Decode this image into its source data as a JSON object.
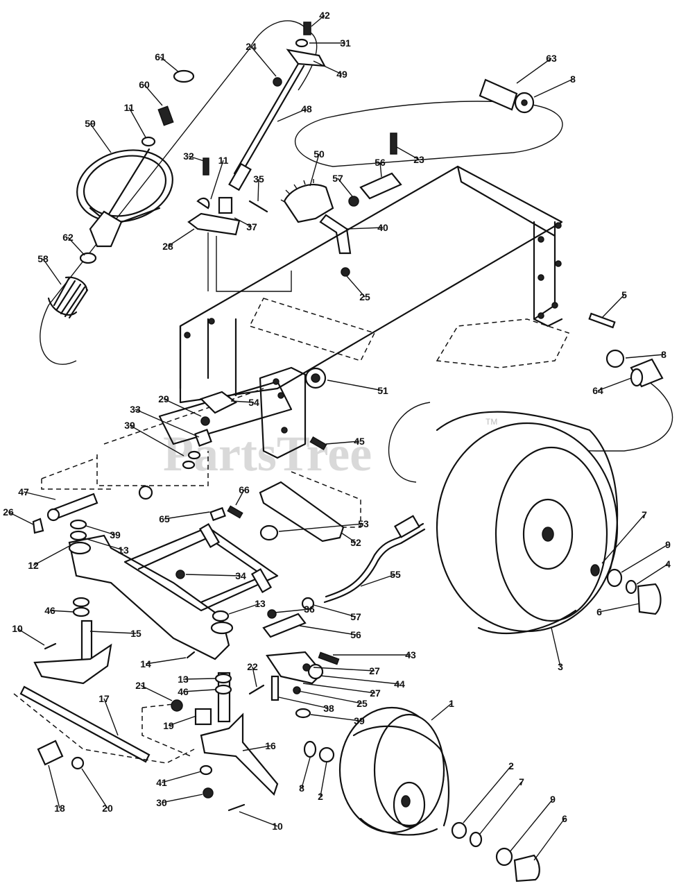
{
  "watermark": {
    "text": "PartsTree",
    "trademark": "TM"
  },
  "callouts": [
    "42",
    "31",
    "49",
    "24",
    "48",
    "61",
    "60",
    "11",
    "59",
    "32",
    "11",
    "35",
    "37",
    "28",
    "62",
    "58",
    "63",
    "8",
    "23",
    "56",
    "57",
    "50",
    "40",
    "25",
    "5",
    "8",
    "64",
    "29",
    "54",
    "51",
    "33",
    "39",
    "45",
    "47",
    "26",
    "66",
    "65",
    "39",
    "53",
    "52",
    "13",
    "12",
    "34",
    "13",
    "36",
    "55",
    "57",
    "56",
    "46",
    "10",
    "15",
    "14",
    "43",
    "27",
    "13",
    "46",
    "44",
    "27",
    "21",
    "22",
    "25",
    "38",
    "39",
    "17",
    "19",
    "16",
    "1",
    "8",
    "2",
    "41",
    "30",
    "10",
    "18",
    "20",
    "7",
    "9",
    "4",
    "6",
    "3",
    "2",
    "7",
    "9",
    "6"
  ]
}
